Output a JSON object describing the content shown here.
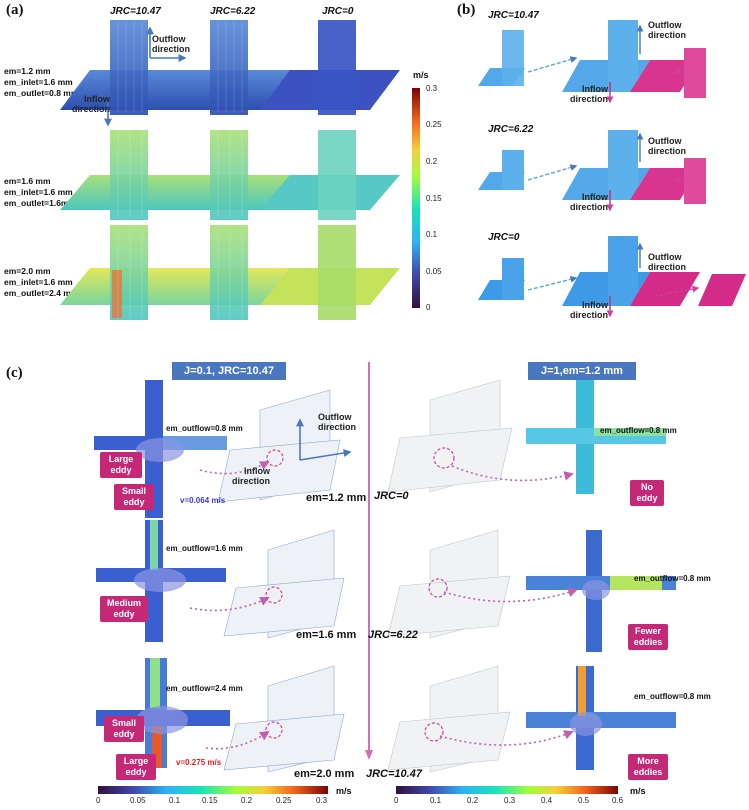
{
  "panel_a": {
    "label": "(a)",
    "columns": [
      "JRC=10.47",
      "JRC=6.22",
      "JRC=0"
    ],
    "rows": [
      {
        "em": "em=1.2 mm",
        "inlet": "em_inlet=1.6 mm",
        "outlet": "em_outlet=0.8 mm"
      },
      {
        "em": "em=1.6 mm",
        "inlet": "em_inlet=1.6 mm",
        "outlet": "em_outlet=1.6mm"
      },
      {
        "em": "em=2.0 mm",
        "inlet": "em_inlet=1.6 mm",
        "outlet": "em_outlet=2.4 mm"
      }
    ],
    "outflow": "Outflow direction",
    "inflow": "Inflow direction",
    "colorbar": {
      "unit": "m/s",
      "ticks": [
        "0.3",
        "0.25",
        "0.2",
        "0.15",
        "0.1",
        "0.05",
        "0"
      ]
    }
  },
  "panel_b": {
    "label": "(b)",
    "rows": [
      "JRC=10.47",
      "JRC=6.22",
      "JRC=0"
    ],
    "outflow": "Outflow direction",
    "inflow": "Inflow direction"
  },
  "panel_c": {
    "label": "(c)",
    "banner_left": "J=0.1, JRC=10.47",
    "banner_right": "J=1,em=1.2 mm",
    "outflow": "Outflow direction",
    "inflow": "Inflow direction",
    "left_rows": [
      {
        "em": "em=1.2 mm",
        "outflow": "em_outflow=0.8 mm",
        "callouts": [
          "Large eddy",
          "Small eddy"
        ],
        "velocity": "v=0.064 m/s"
      },
      {
        "em": "em=1.6 mm",
        "outflow": "em_outflow=1.6 mm",
        "callouts": [
          "Medium eddy"
        ]
      },
      {
        "em": "em=2.0 mm",
        "outflow": "em_outflow=2.4 mm",
        "callouts": [
          "Small eddy",
          "Large eddy"
        ],
        "velocity": "v=0.275 m/s"
      }
    ],
    "right_rows": [
      {
        "jrc": "JRC=0",
        "outflow": "em_outflow=0.8 mm",
        "callout": "No eddy"
      },
      {
        "jrc": "JRC=6.22",
        "outflow": "em_outflow=0.8 mm",
        "callout": "Fewer eddies"
      },
      {
        "jrc": "JRC=10.47",
        "outflow": "em_outflow=0.8 mm",
        "callout": "More eddies"
      }
    ],
    "colorbar_left": {
      "unit": "m/s",
      "ticks": [
        "0",
        "0.05",
        "0.1",
        "0.15",
        "0.2",
        "0.25",
        "0.3"
      ]
    },
    "colorbar_right": {
      "unit": "m/s",
      "ticks": [
        "0",
        "0.1",
        "0.2",
        "0.3",
        "0.4",
        "0.5",
        "0.6"
      ]
    }
  },
  "colors": {
    "turbo_low": "#30123b",
    "turbo_high": "#7a0403",
    "magenta": "#c62878",
    "blue": "#4a78c0",
    "pink_line": "#d0409a"
  }
}
